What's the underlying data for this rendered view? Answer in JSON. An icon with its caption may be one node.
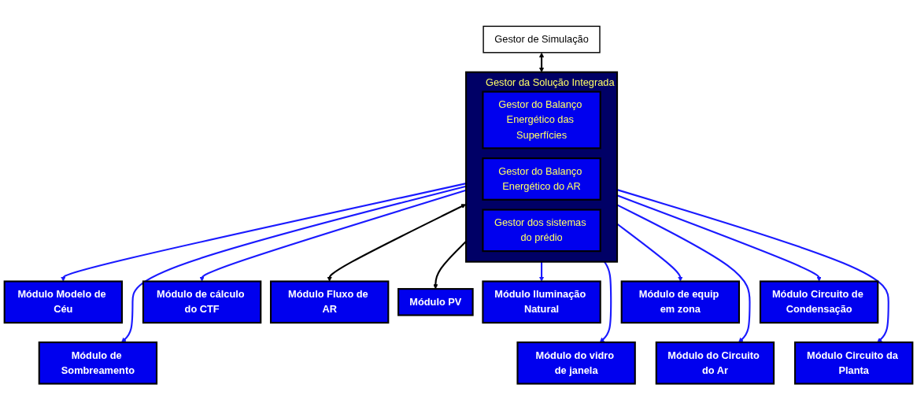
{
  "diagram": {
    "nodes": [
      {
        "text": [
          "Gestor de Simulação"
        ]
      },
      {
        "text": [
          "Gestor da Solução Integrada"
        ]
      },
      {
        "text": [
          "Gestor do Balanço Energético das Superfícies"
        ],
        "in": 1
      },
      {
        "text": [
          "Gestor do Balanço Energético do AR"
        ],
        "in": 1
      },
      {
        "text": [
          "Gestor dos sistemas do prédio"
        ],
        "in": 1
      },
      {
        "text": [
          "Módulo Modelo de Céu"
        ]
      },
      {
        "text": [
          "Módulo de Sombreamento"
        ]
      },
      {
        "text": [
          "Módulo Iluminação Natural"
        ]
      },
      {
        "text": [
          "Módulo do vidro de janela"
        ]
      },
      {
        "text": [
          "Módulo de cálculo do CTF"
        ]
      },
      {
        "text": [
          "Módulo Fluxo de AR"
        ]
      },
      {
        "text": [
          "Módulo PV"
        ]
      },
      {
        "text": [
          "Módulo do Circuito do Ar"
        ]
      },
      {
        "text": [
          "Módulo de equip em zona"
        ]
      },
      {
        "text": [
          "Módulo Circuito da Planta"
        ]
      },
      {
        "text": [
          "Módulo Circuito de Condensação"
        ]
      }
    ],
    "edges": [
      {
        "from": 0,
        "to": 1,
        "arrow": "both",
        "color": "#000000"
      },
      {
        "from": 1,
        "to": 5,
        "arrow": "to"
      },
      {
        "from": 1,
        "to": 6,
        "arrow": "to"
      },
      {
        "from": 1,
        "to": 7,
        "arrow": "to"
      },
      {
        "from": 1,
        "to": 8,
        "arrow": "to"
      },
      {
        "from": 1,
        "to": 9,
        "arrow": "to"
      },
      {
        "from": 1,
        "to": 10,
        "arrow": "both",
        "color": "#000000"
      },
      {
        "from": 1,
        "to": 11,
        "arrow": "to",
        "color": "#000000"
      },
      {
        "from": 1,
        "to": 12,
        "arrow": "to"
      },
      {
        "from": 1,
        "to": 13,
        "arrow": "to"
      },
      {
        "from": 1,
        "to": 14,
        "arrow": "to"
      },
      {
        "from": 1,
        "to": 15,
        "arrow": "to"
      }
    ]
  }
}
